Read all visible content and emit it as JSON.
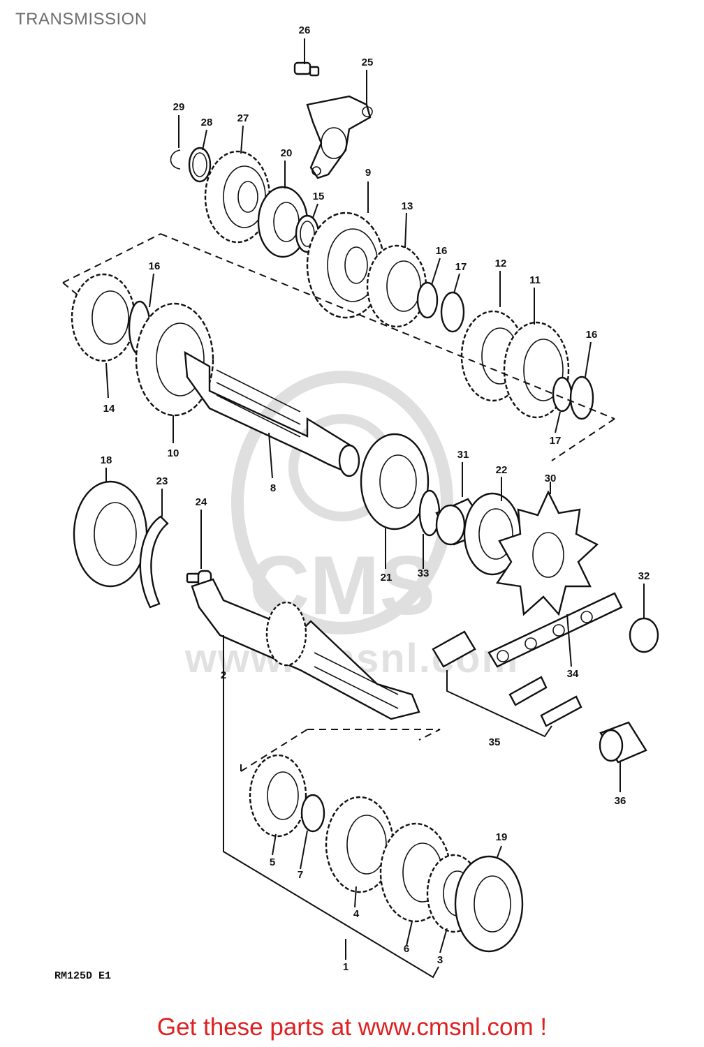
{
  "page": {
    "title": "TRANSMISSION",
    "model_code": "RM125D E1",
    "footer": "Get these parts at www.cmsnl.com !",
    "watermark": "www.cmsnl.com"
  },
  "callouts": [
    "1",
    "2",
    "3",
    "4",
    "5",
    "6",
    "7",
    "8",
    "9",
    "10",
    "11",
    "12",
    "13",
    "14",
    "15",
    "16",
    "16",
    "16",
    "17",
    "17",
    "18",
    "19",
    "20",
    "21",
    "22",
    "23",
    "24",
    "25",
    "26",
    "27",
    "28",
    "29",
    "30",
    "31",
    "32",
    "33",
    "34",
    "35",
    "36"
  ],
  "colors": {
    "footer": "#e02020",
    "title": "#6f6f6f",
    "ink": "#111111"
  }
}
